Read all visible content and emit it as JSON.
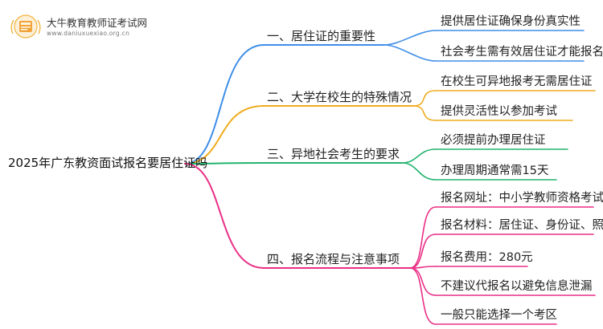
{
  "logo": {
    "title": "大牛教育教师证考试网",
    "url": "www.daniuxuexiao.org.cn"
  },
  "root": {
    "label": "2025年广东教资面试报名要居住证吗"
  },
  "branches": [
    {
      "label": "一、居住证的重要性",
      "color": "#3e8ee8",
      "children": [
        "提供居住证确保身份真实性",
        "社会考生需有效居住证才能报名"
      ]
    },
    {
      "label": "二、大学在校生的特殊情况",
      "color": "#f0ab1c",
      "children": [
        "在校生可异地报考无需居住证",
        "提供灵活性以参加考试"
      ]
    },
    {
      "label": "三、异地社会考生的要求",
      "color": "#21b36e",
      "children": [
        "必须提前办理居住证",
        "办理周期通常需15天"
      ]
    },
    {
      "label": "四、报名流程与注意事项",
      "color": "#ea2f86",
      "children": [
        "报名网址：中小学教师资格考试网",
        "报名材料：居住证、身份证、照片",
        "报名费用：280元",
        "不建议代报名以避免信息泄漏",
        "一般只能选择一个考区"
      ]
    }
  ]
}
